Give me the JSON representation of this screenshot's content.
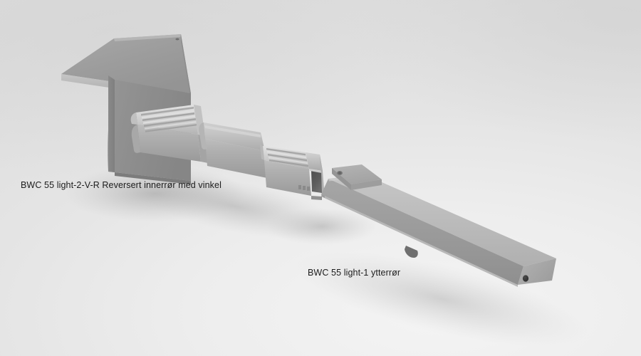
{
  "scene": {
    "title": "BWC 55 light bracket assembly",
    "background": {
      "base_color": "#e8e8e8",
      "highlight_color": "#f4f4f4",
      "shadow_color": "#c9c9c9"
    }
  },
  "annotations": [
    {
      "id": "inner-tube",
      "text": "BWC 55 light-2-V-R Reversert innerrør med vinkel",
      "color": "#1c1c1c"
    },
    {
      "id": "outer-tube",
      "text": "BWC 55 light-1 ytterrør",
      "color": "#1c1c1c"
    }
  ],
  "parts": {
    "wall_bracket": {
      "name": "L-shaped wall bracket",
      "top_face_color": "#9d9d9d",
      "front_face_color": "#909090",
      "edge_color": "#b9b9b9"
    },
    "inner_tube": {
      "name": "Reversert innerrør med vinkel",
      "rib_count": 6,
      "body_color": "#b0b0b0",
      "rib_highlight_color": "#d9d9d9",
      "rib_shadow_color": "#8f8f8f",
      "cavity_color": "#5e5e5e"
    },
    "outer_tube": {
      "name": "Ytterrør",
      "top_face_color": "#bcbcbc",
      "side_face_color": "#9b9b9b",
      "end_cap_color": "#a8a8a8",
      "screw_hole_color": "#3a3a3a"
    },
    "cap_plate": {
      "name": "Raised end cap plate",
      "face_color": "#ababab",
      "hole_color": "#6e6e6e"
    }
  },
  "icons": {
    "screw_hole": "circle-hole",
    "mounting_tab": "tab-stub"
  }
}
